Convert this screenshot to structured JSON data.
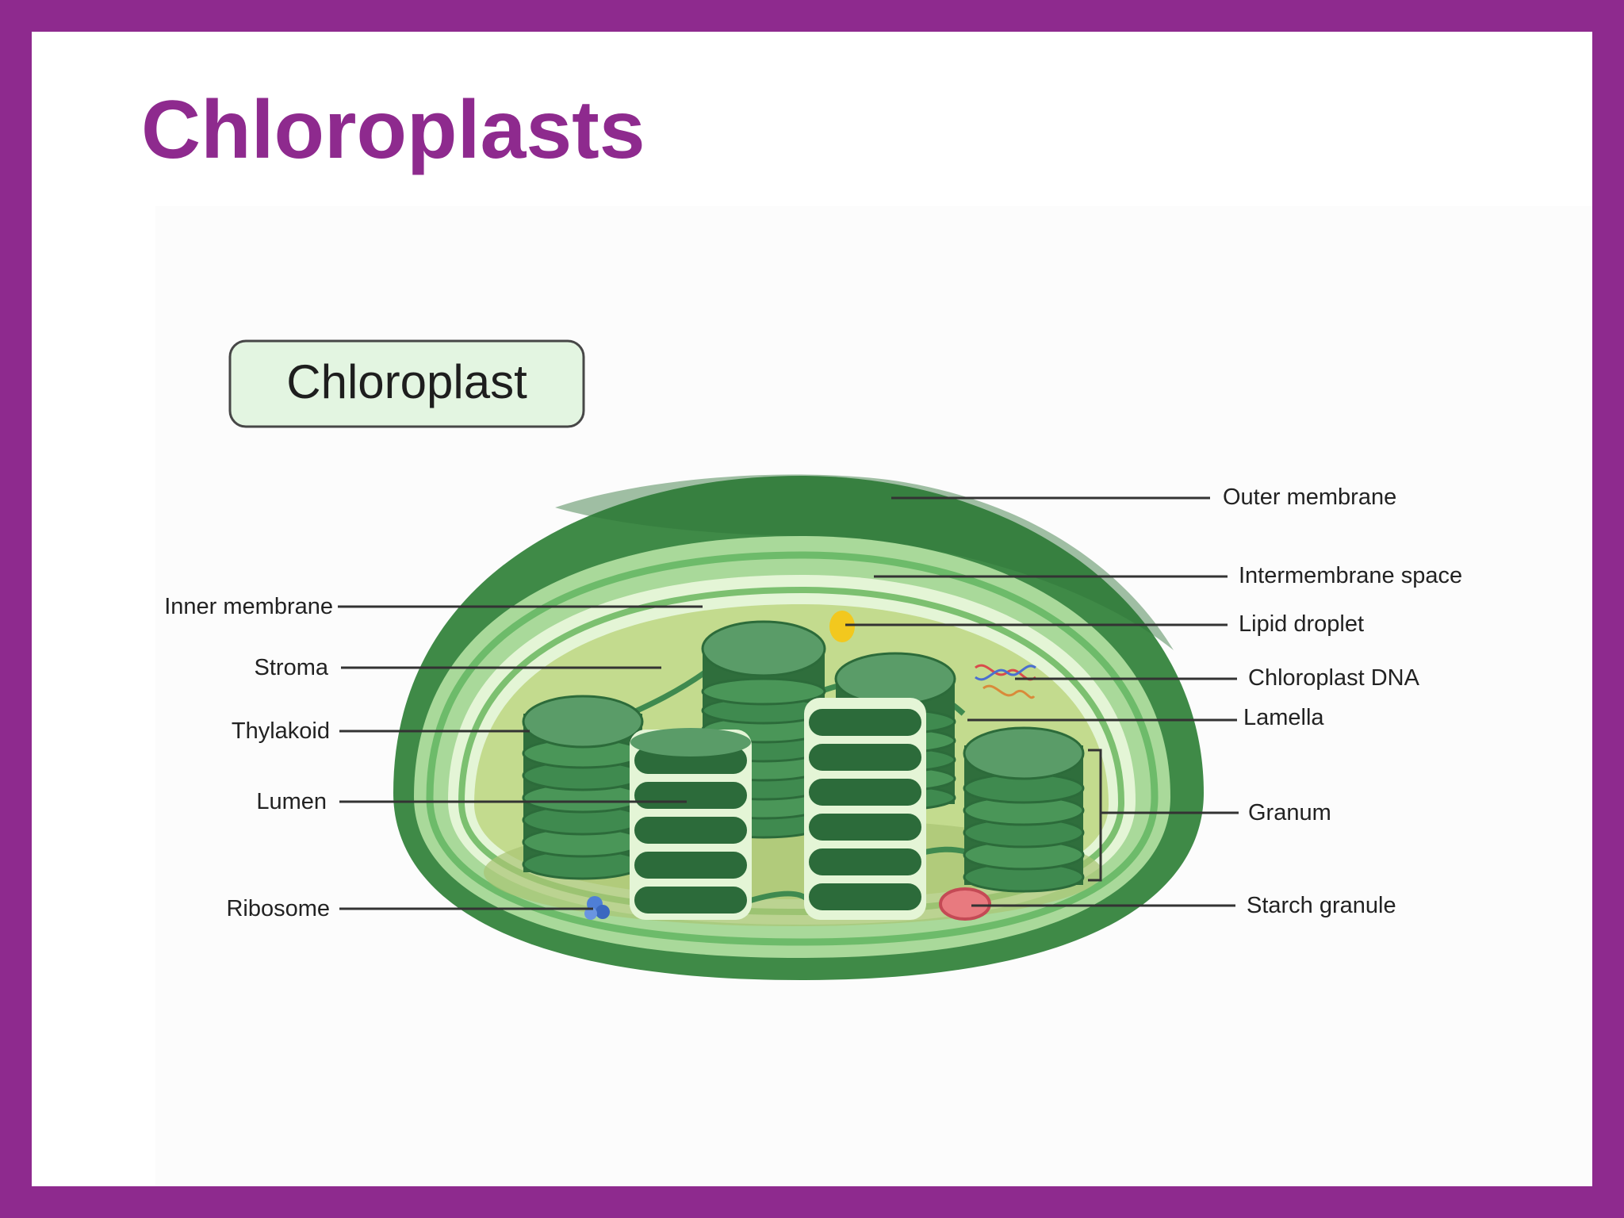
{
  "slide": {
    "title": "Chloroplasts",
    "frame_color": "#8e2a8e"
  },
  "diagram": {
    "heading": "Chloroplast",
    "labels": {
      "outer_membrane": "Outer membrane",
      "intermembrane_space": "Intermembrane space",
      "lipid_droplet": "Lipid droplet",
      "chloroplast_dna": "Chloroplast DNA",
      "lamella": "Lamella",
      "granum": "Granum",
      "starch_granule": "Starch granule",
      "inner_membrane": "Inner membrane",
      "stroma": "Stroma",
      "thylakoid": "Thylakoid",
      "lumen": "Lumen",
      "ribosome": "Ribosome"
    },
    "colors": {
      "outer_membrane": "#3f8a47",
      "intermembrane_space": "#8fcc84",
      "stroma": "#c3db8e",
      "thylakoid": "#3f8a4f",
      "lumen": "#2c6b3a",
      "lipid_droplet": "#f2c81e",
      "starch_granule": "#e87a7f",
      "ribosome": "#4f7fd6"
    }
  }
}
